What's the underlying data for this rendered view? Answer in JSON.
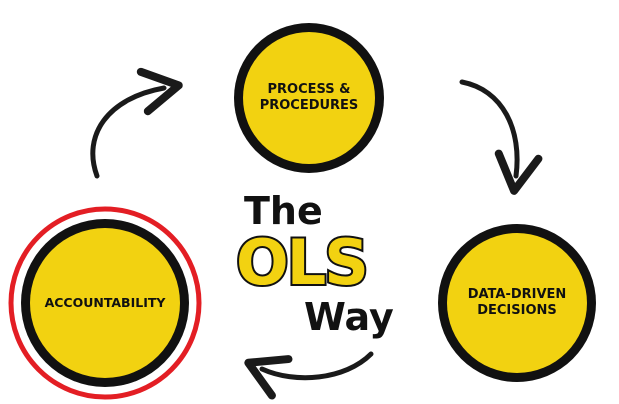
{
  "colors": {
    "circle_fill": "#F2D211",
    "circle_ring": "#111111",
    "highlight_ring": "#E31E24",
    "text": "#111111",
    "ols_stroke": "#111111"
  },
  "nodes": {
    "process": {
      "line1": "PROCESS &",
      "line2": "PROCEDURES"
    },
    "data": {
      "line1": "DATA-DRIVEN",
      "line2": "DECISIONS"
    },
    "accountability": {
      "line1": "ACCOUNTABILITY"
    }
  },
  "center": {
    "the": "The",
    "ols": "OLS",
    "way": "Way"
  },
  "arrows": [
    "arrow-icon",
    "arrow-icon",
    "arrow-icon"
  ]
}
